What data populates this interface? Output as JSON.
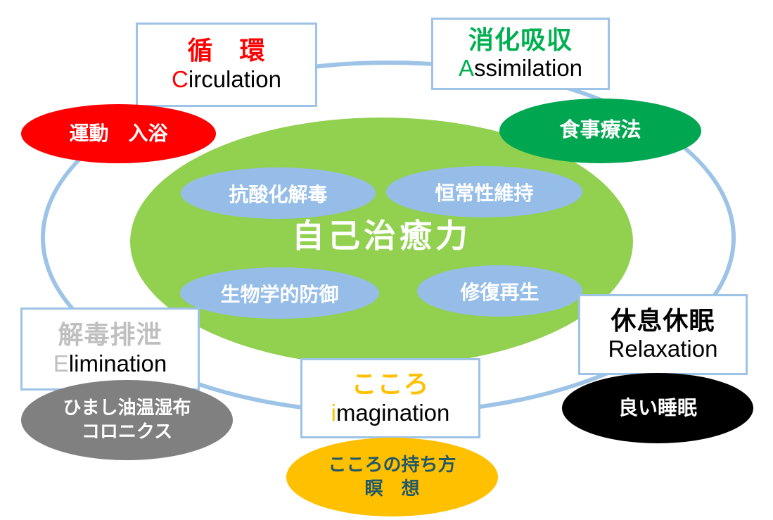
{
  "colors": {
    "ring_blue": "#9DC3E6",
    "box_border_blue": "#9DC3E6",
    "center_green": "#92D050",
    "function_blue": "#95BDE8"
  },
  "center": {
    "label": "自己治癒力",
    "label_color": "#FFFFFF",
    "functions": [
      {
        "label": "抗酸化解毒"
      },
      {
        "label": "恒常性維持"
      },
      {
        "label": "生物学的防御"
      },
      {
        "label": "修復再生"
      }
    ]
  },
  "nodes": [
    {
      "id": "circulation",
      "jp": "循　環",
      "jp_color": "#FF0000",
      "en_first": "C",
      "en_first_color": "#FF0000",
      "en_rest": "irculation",
      "ellipse": {
        "bg": "#FF0000",
        "text_color": "#FFFFFF",
        "lines": [
          "運動　入浴"
        ]
      }
    },
    {
      "id": "assimilation",
      "jp": "消化吸収",
      "jp_color": "#00B050",
      "en_first": "A",
      "en_first_color": "#00B050",
      "en_rest": "ssimilation",
      "ellipse": {
        "bg": "#00A650",
        "text_color": "#FFFFFF",
        "lines": [
          "食事療法"
        ]
      }
    },
    {
      "id": "elimination",
      "jp": "解毒排泄",
      "jp_color": "#BFBFBF",
      "en_first": "E",
      "en_first_color": "#BFBFBF",
      "en_rest": "limination",
      "ellipse": {
        "bg": "#808080",
        "text_color": "#FFFFFF",
        "lines": [
          "ひまし油温湿布",
          "コロニクス"
        ]
      }
    },
    {
      "id": "imagination",
      "jp": "こころ",
      "jp_color": "#FFC000",
      "en_first": "i",
      "en_first_color": "#FFC000",
      "en_rest": "magination",
      "ellipse": {
        "bg": "#FFC000",
        "text_color": "#215868",
        "lines": [
          "こころの持ち方",
          "瞑　想"
        ]
      }
    },
    {
      "id": "relaxation",
      "jp": "休息休眠",
      "jp_color": "#000000",
      "en_first": "R",
      "en_first_color": "#000000",
      "en_rest": "elaxation",
      "ellipse": {
        "bg": "#000000",
        "text_color": "#FFFFFF",
        "lines": [
          "良い睡眠"
        ]
      }
    }
  ]
}
